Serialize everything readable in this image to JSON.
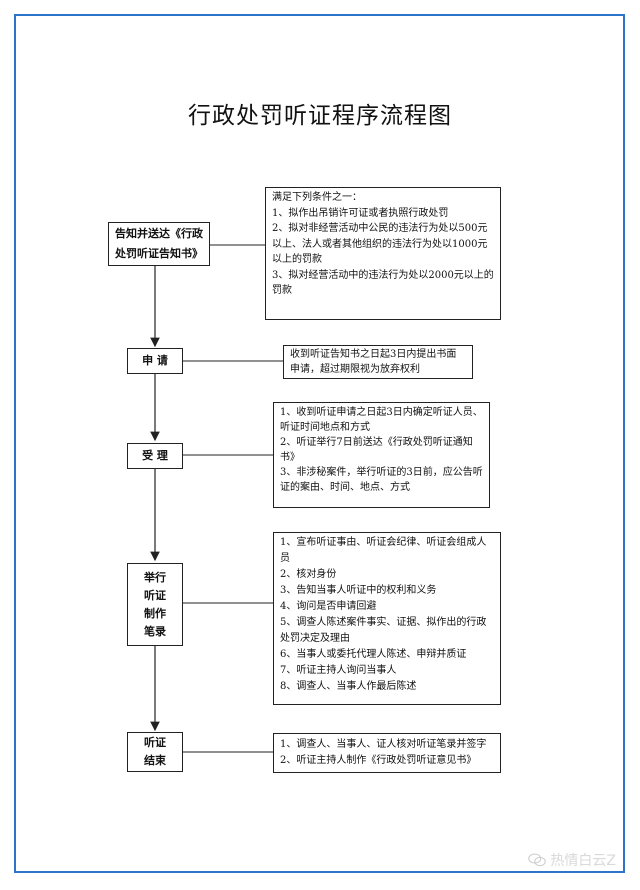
{
  "title": "行政处罚听证程序流程图",
  "steps": {
    "notify": "告知并送达《行政处罚听证告知书》",
    "apply": "申  请",
    "accept": "受  理",
    "hold": "举行\n听证\n制作\n笔录",
    "end": "听证\n结束"
  },
  "notes": {
    "conditions": [
      "满足下列条件之一：",
      "1、拟作出吊销许可证或者执照行政处罚",
      "2、拟对非经营活动中公民的违法行为处以500元以上、法人或者其他组织的违法行为处以1000元以上的罚款",
      "3、拟对经营活动中的违法行为处以2000元以上的罚款"
    ],
    "apply": [
      "收到听证告知书之日起3日内提出书面申请，超过期限视为放弃权利"
    ],
    "accept": [
      "1、收到听证申请之日起3日内确定听证人员、听证时间地点和方式",
      "2、听证举行7日前送达《行政处罚听证通知书》",
      "3、非涉秘案件，举行听证的3日前，应公告听证的案由、时间、地点、方式"
    ],
    "hold": [
      "1、宣布听证事由、听证会纪律、听证会组成人员",
      "2、核对身份",
      "3、告知当事人听证中的权利和义务",
      "4、询问是否申请回避",
      "5、调查人陈述案件事实、证据、拟作出的行政处罚决定及理由",
      "6、当事人或委托代理人陈述、申辩并质证",
      "7、听证主持人询问当事人",
      "8、调查人、当事人作最后陈述"
    ],
    "end": [
      "1、调查人、当事人、证人核对听证笔录并签字",
      "2、听证主持人制作《行政处罚听证意见书》"
    ]
  },
  "watermark": "热情白云Z",
  "colors": {
    "frame": "#2a74c9",
    "line": "#222222",
    "watermark": "#d9d9d9"
  }
}
